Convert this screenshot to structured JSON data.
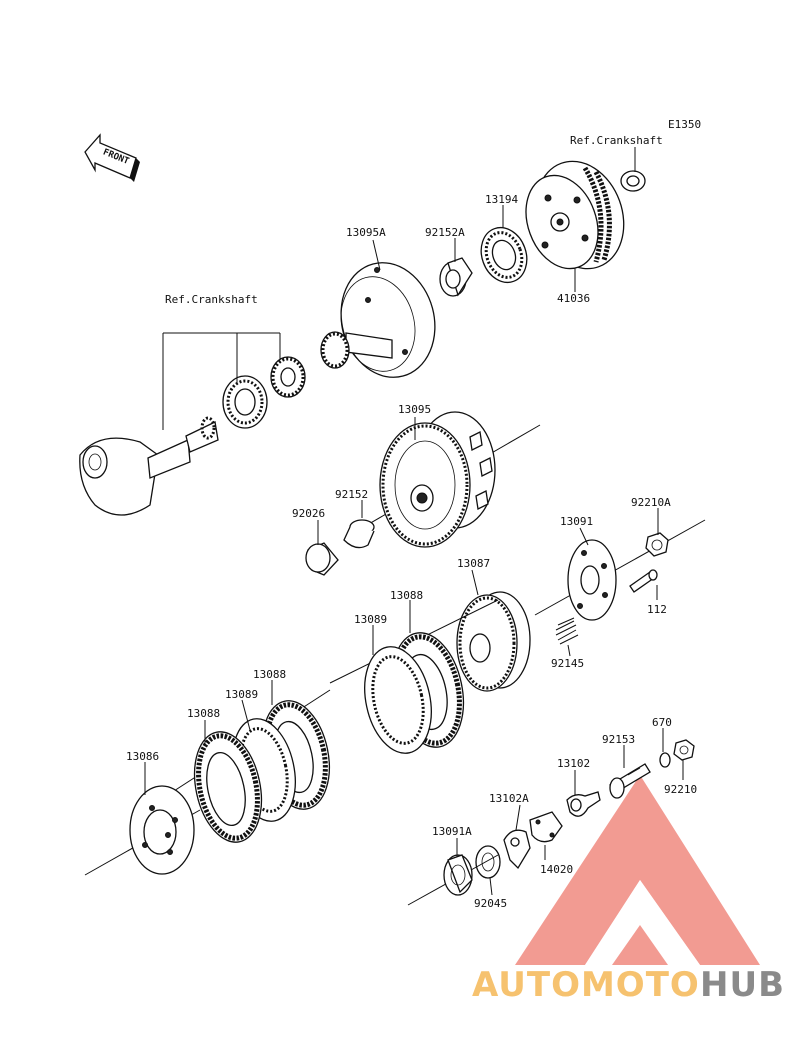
{
  "diagram": {
    "code": "E1350",
    "front_label": "FRONT",
    "labels": {
      "ref_crankshaft_top": "Ref.Crankshaft",
      "ref_crankshaft_left": "Ref.Crankshaft",
      "p41036": "41036",
      "p13194": "13194",
      "p92152A": "92152A",
      "p13095A": "13095A",
      "p13095": "13095",
      "p92152": "92152",
      "p92026": "92026",
      "p13091": "13091",
      "p92210A": "92210A",
      "p112": "112",
      "p13087": "13087",
      "p92145": "92145",
      "p13088_a": "13088",
      "p13089_a": "13089",
      "p13088_b": "13088",
      "p13089_b": "13089",
      "p13088_c": "13088",
      "p13086": "13086",
      "p670": "670",
      "p92153": "92153",
      "p13102": "13102",
      "p92210": "92210",
      "p13102A": "13102A",
      "p14020": "14020",
      "p13091A": "13091A",
      "p92045": "92045"
    }
  },
  "watermark": {
    "text_a": "AUTOMOTO",
    "text_b": "HUB",
    "color_a": "#f6c26f",
    "color_b": "#8a8a8a",
    "logo_color": "#f08a80"
  }
}
